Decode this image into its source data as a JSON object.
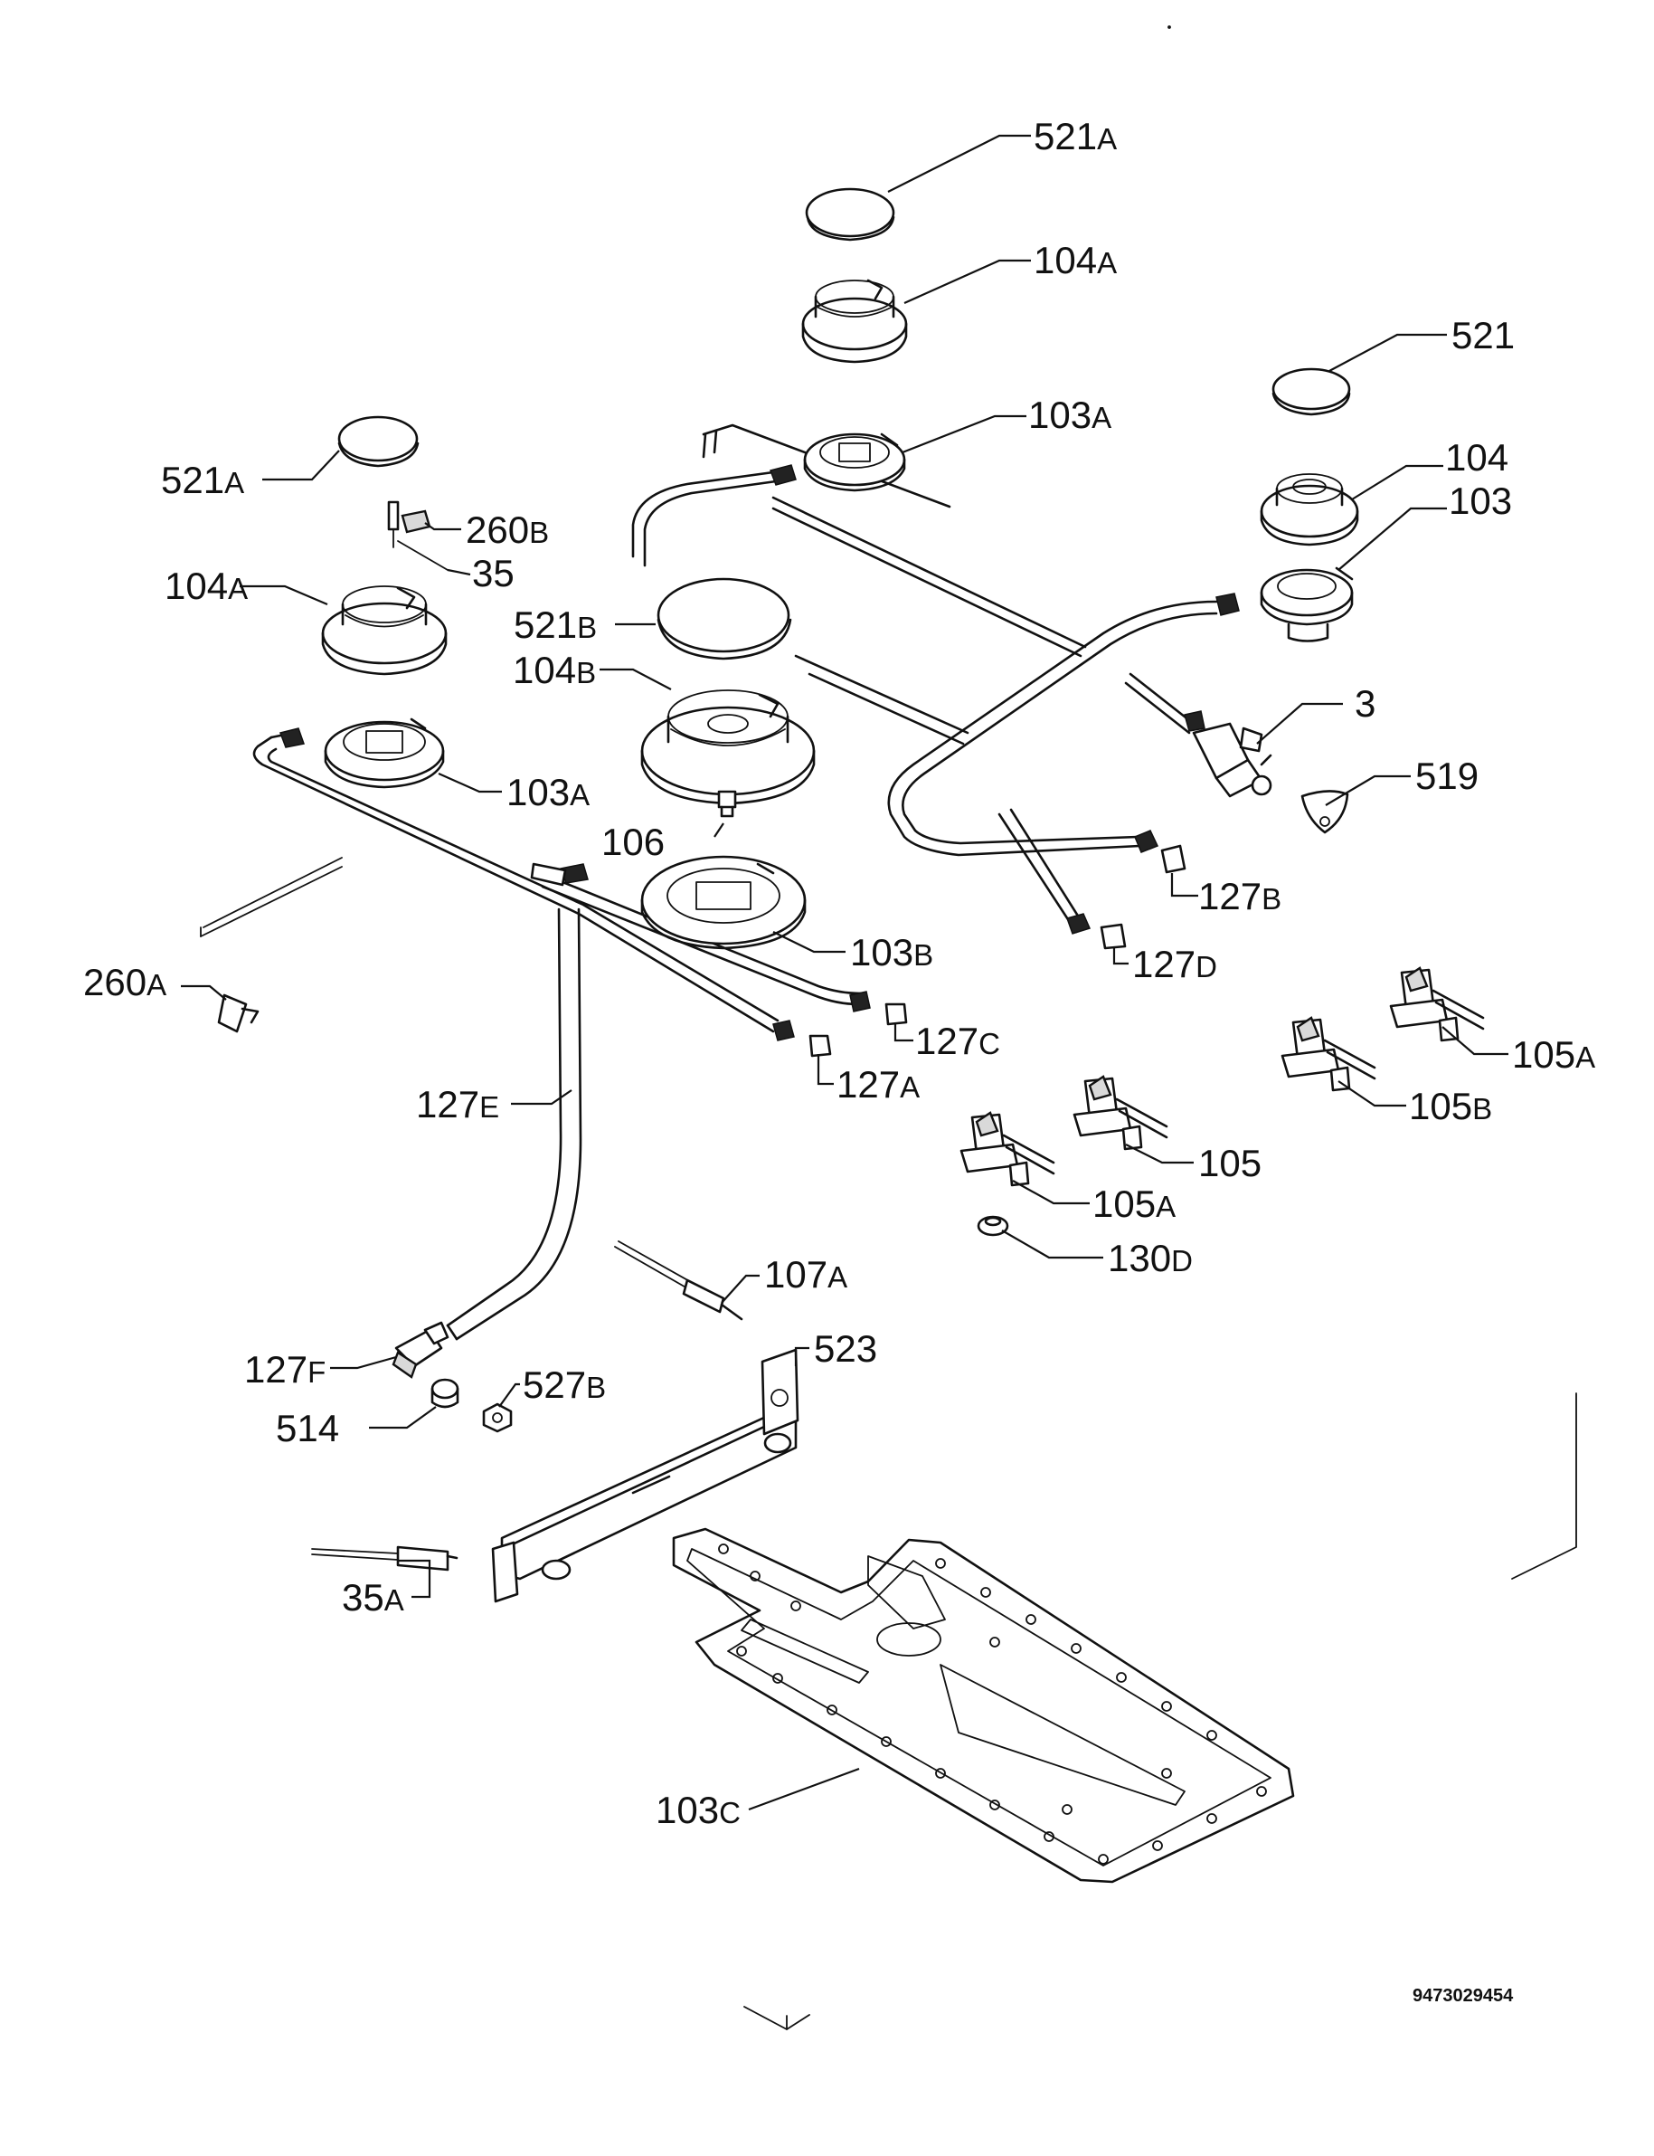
{
  "document_code": "9473029454",
  "labels": {
    "l521A_top": {
      "num": "521",
      "suffix": "A"
    },
    "l104A_top": {
      "num": "104",
      "suffix": "A"
    },
    "l521": {
      "num": "521",
      "suffix": ""
    },
    "l103A_top": {
      "num": "103",
      "suffix": "A"
    },
    "l104": {
      "num": "104",
      "suffix": ""
    },
    "l103": {
      "num": "103",
      "suffix": ""
    },
    "l521A_left": {
      "num": "521",
      "suffix": "A"
    },
    "l260B": {
      "num": "260",
      "suffix": "B"
    },
    "l35": {
      "num": "35",
      "suffix": ""
    },
    "l104A_left": {
      "num": "104",
      "suffix": "A"
    },
    "l521B": {
      "num": "521",
      "suffix": "B"
    },
    "l104B": {
      "num": "104",
      "suffix": "B"
    },
    "l3": {
      "num": "3",
      "suffix": ""
    },
    "l519": {
      "num": "519",
      "suffix": ""
    },
    "l103A_left": {
      "num": "103",
      "suffix": "A"
    },
    "l106": {
      "num": "106",
      "suffix": ""
    },
    "l127B": {
      "num": "127",
      "suffix": "B"
    },
    "l260A": {
      "num": "260",
      "suffix": "A"
    },
    "l103B": {
      "num": "103",
      "suffix": "B"
    },
    "l127D": {
      "num": "127",
      "suffix": "D"
    },
    "l105A_right": {
      "num": "105",
      "suffix": "A"
    },
    "l127C": {
      "num": "127",
      "suffix": "C"
    },
    "l127A": {
      "num": "127",
      "suffix": "A"
    },
    "l105B": {
      "num": "105",
      "suffix": "B"
    },
    "l127E": {
      "num": "127",
      "suffix": "E"
    },
    "l105": {
      "num": "105",
      "suffix": ""
    },
    "l105A_mid": {
      "num": "105",
      "suffix": "A"
    },
    "l130D": {
      "num": "130",
      "suffix": "D"
    },
    "l107A": {
      "num": "107",
      "suffix": "A"
    },
    "l523": {
      "num": "523",
      "suffix": ""
    },
    "l127F": {
      "num": "127",
      "suffix": "F"
    },
    "l527B": {
      "num": "527",
      "suffix": "B"
    },
    "l514": {
      "num": "514",
      "suffix": ""
    },
    "l35A": {
      "num": "35",
      "suffix": "A"
    },
    "l103C": {
      "num": "103",
      "suffix": "C"
    }
  }
}
